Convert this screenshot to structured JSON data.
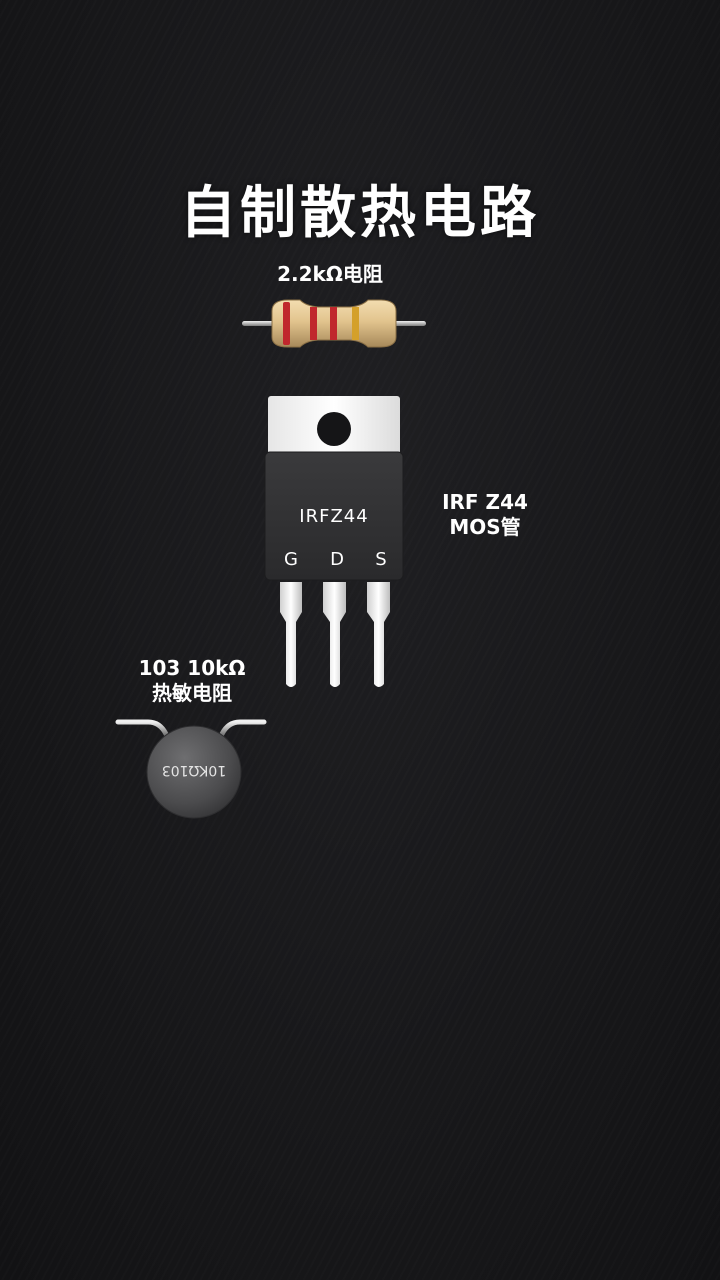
{
  "title": "自制散热电路",
  "resistor": {
    "label": "2.2kΩ电阻",
    "band_colors": [
      "#c0272d",
      "#c0272d",
      "#c0272d",
      "#d4a02a"
    ]
  },
  "mosfet": {
    "body_marking": "IRFZ44",
    "pins": [
      "G",
      "D",
      "S"
    ],
    "label_line1": "IRF Z44",
    "label_line2": "MOS管"
  },
  "thermistor": {
    "label_line1": "103 10kΩ",
    "label_line2": "热敏电阻",
    "body_marking": "10KΩ103"
  }
}
